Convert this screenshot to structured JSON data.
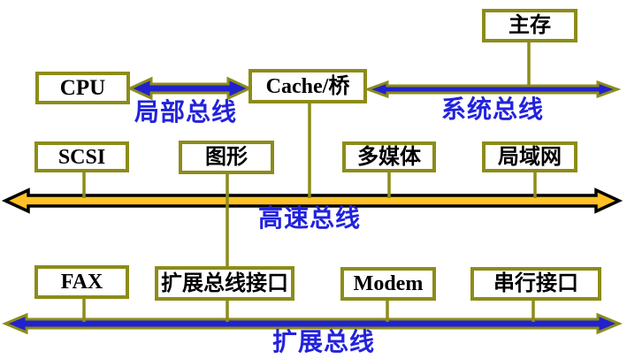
{
  "diagram": {
    "boxes": {
      "main_memory": "主存",
      "cpu": "CPU",
      "cache_bridge": "Cache/桥",
      "scsi": "SCSI",
      "graphics": "图形",
      "multimedia": "多媒体",
      "lan": "局域网",
      "fax": "FAX",
      "expansion_bus_interface": "扩展总线接口",
      "modem": "Modem",
      "serial_interface": "串行接口"
    },
    "bus_labels": {
      "local": "局部总线",
      "system": "系统总线",
      "high_speed": "高速总线",
      "expansion": "扩展总线"
    },
    "colors": {
      "arrow_blue": "#2222CC",
      "high_speed_yellow": "#FFC125",
      "outline_olive": "#8C8C1A",
      "outline_black": "#000000",
      "label_blue": "#2222DD",
      "box_border_olive": "#8C8C1A",
      "box_text": "#000000",
      "background": "#FFFFFF"
    }
  }
}
